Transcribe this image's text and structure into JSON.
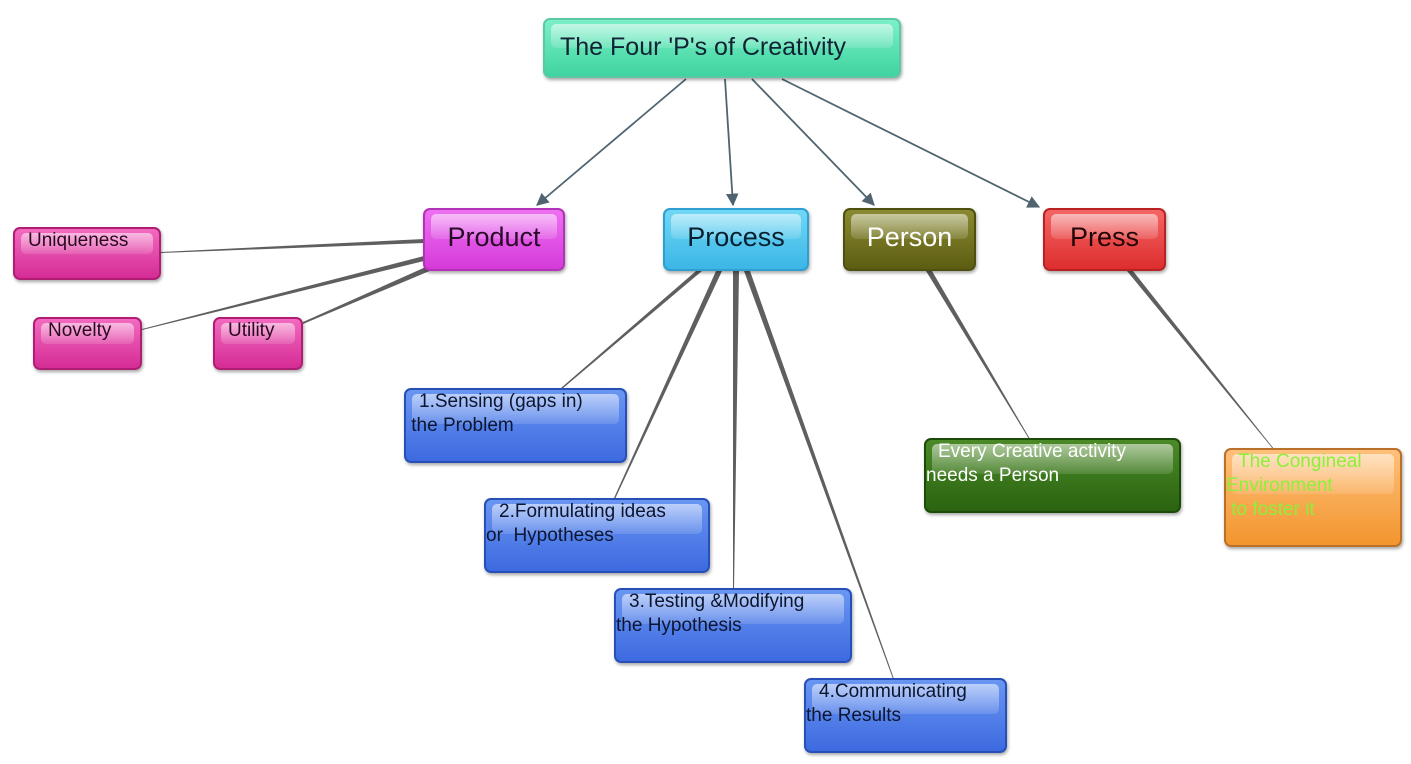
{
  "diagram": {
    "root": {
      "label": "The Four 'P's of Creativity"
    },
    "ps": [
      {
        "id": "product",
        "label": "Product"
      },
      {
        "id": "process",
        "label": "Process"
      },
      {
        "id": "person",
        "label": "Person"
      },
      {
        "id": "press",
        "label": "Press"
      }
    ],
    "product_children": [
      "Uniqueness",
      "Novelty",
      "Utility"
    ],
    "process_children": [
      "1.Sensing (gaps in)\n the Problem",
      "2.Formulating ideas\nor  Hypotheses",
      "3.Testing &Modifying\nthe Hypothesis",
      "4.Communicating\nthe Results"
    ],
    "person_child": "Every Creative activity\nneeds a Person",
    "press_child": "The Congineal\nEnvironment\n to foster it"
  },
  "colors": {
    "root": "#3fd4a0",
    "product": "#d53ad9",
    "process": "#3bb6e6",
    "person": "#5d5d12",
    "press": "#dd2e2e",
    "product_children": "#d52c95",
    "process_children": "#3d6ae0",
    "person_child": "#2a6410",
    "press_child": "#f2952e",
    "press_child_text": "#8cf03a",
    "arrow": "#4f6470",
    "link": "#5f5f5f"
  }
}
